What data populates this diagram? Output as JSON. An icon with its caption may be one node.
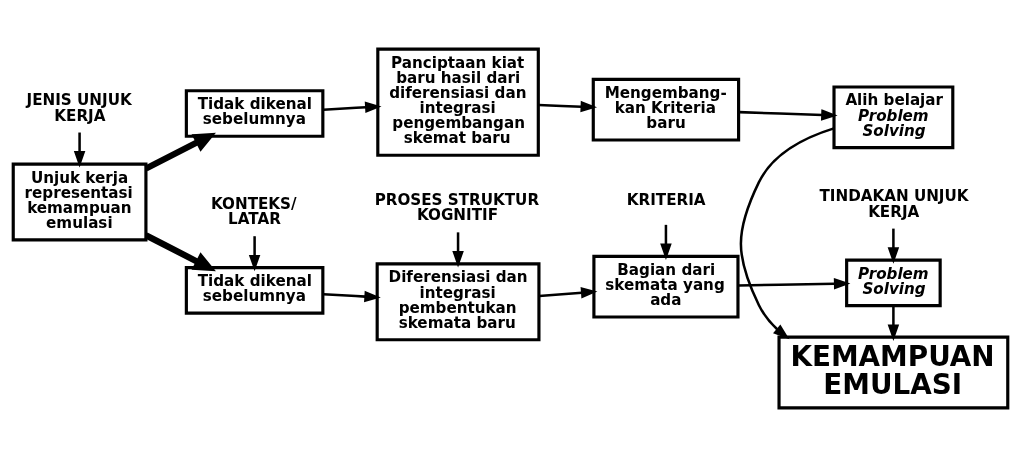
{
  "diagram": {
    "nodes": [
      {
        "text": [
          "JENIS UNJUK KERJA"
        ]
      },
      {
        "text": [
          "KONTEKS/ LATAR"
        ]
      },
      {
        "text": [
          "PROSES STRUKTUR KOGNITIF"
        ]
      },
      {
        "text": [
          "KRITERIA"
        ]
      },
      {
        "text": [
          "TINDAKAN UNJUK KERJA"
        ]
      },
      {
        "text": [
          "Unjuk kerja representasi kemampuan emulasi"
        ]
      },
      {
        "text": [
          "Tidak dikenal sebelumnya"
        ]
      },
      {
        "text": [
          "Diferensiasi dan integrasi pembentukan skemata baru"
        ]
      },
      {
        "text": [
          "Bagian dari skemata yang ada"
        ]
      },
      {
        "text": [
          "Problem Solving"
        ]
      },
      {
        "text": [
          "KEMAMPUAN EMULASI"
        ]
      },
      {
        "text": [
          "Tidak dikenal sebelumnya"
        ]
      },
      {
        "text": [
          "Panciptaan kiat baru hasil dari diferensiasi dan integrasi pengembangan skemat baru"
        ]
      },
      {
        "text": [
          "Mengembang- kan Kriteria baru"
        ]
      },
      {
        "text": [
          "Alih belajar *Problem Solving*"
        ]
      }
    ],
    "edges": [
      {
        "from": 0,
        "to": 5,
        "arrow": "to"
      },
      {
        "from": 1,
        "to": 6,
        "arrow": "to"
      },
      {
        "from": 2,
        "to": 7,
        "arrow": "to"
      },
      {
        "from": 3,
        "to": 8,
        "arrow": "to"
      },
      {
        "from": 4,
        "to": 9,
        "arrow": "to"
      },
      {
        "from": 5,
        "to": 6,
        "arrow": "to",
        "style": "thick"
      },
      {
        "from": 5,
        "to": 11,
        "arrow": "to",
        "style": "thick"
      },
      {
        "from": 6,
        "to": 7,
        "arrow": "to"
      },
      {
        "from": 7,
        "to": 8,
        "arrow": "to"
      },
      {
        "from": 8,
        "to": 9,
        "arrow": "to"
      },
      {
        "from": 9,
        "to": 10,
        "arrow": "to"
      },
      {
        "from": 11,
        "to": 12,
        "arrow": "to"
      },
      {
        "from": 12,
        "to": 13,
        "arrow": "to"
      },
      {
        "from": 13,
        "to": 14,
        "arrow": "to"
      },
      {
        "from": 14,
        "to": 10,
        "arrow": "to"
      }
    ]
  }
}
